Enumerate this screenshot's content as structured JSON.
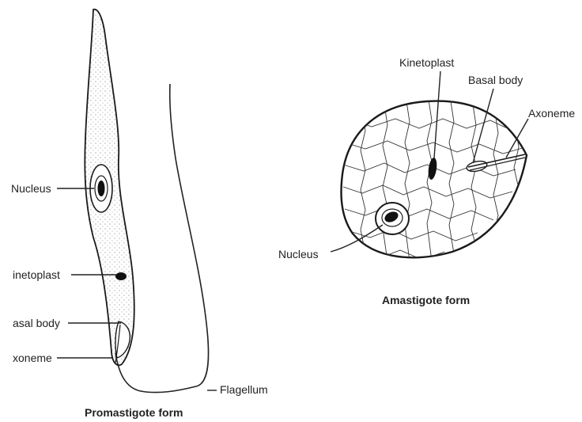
{
  "promastigote": {
    "labels": {
      "nucleus": "Nucleus",
      "kinetoplast": "inetoplast",
      "basal_body": "asal body",
      "axoneme": "xoneme",
      "flagellum": "Flagellum"
    },
    "caption": "Promastigote form"
  },
  "amastigote": {
    "labels": {
      "kinetoplast": "Kinetoplast",
      "basal_body": "Basal body",
      "axoneme": "Axoneme",
      "nucleus": "Nucleus"
    },
    "caption": "Amastigote form"
  }
}
